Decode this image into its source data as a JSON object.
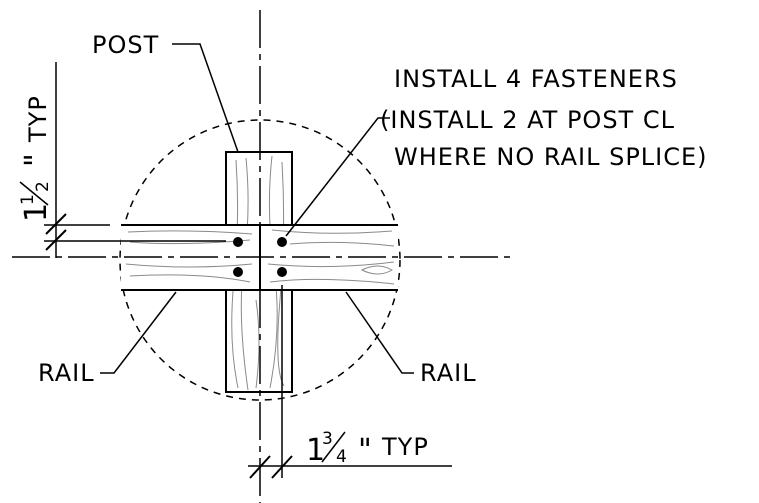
{
  "labels": {
    "post": "POST",
    "rail_left": "RAIL",
    "rail_right": "RAIL",
    "note_line1": "INSTALL 4 FASTENERS",
    "note_line2": "(INSTALL 2 AT POST CL",
    "note_line3": "WHERE NO RAIL SPLICE)"
  },
  "dimensions": {
    "vertical": {
      "whole": "1",
      "numerator": "1",
      "denominator": "2",
      "inch_mark": "\"",
      "suffix": "TYP"
    },
    "horizontal": {
      "whole": "1",
      "numerator": "3",
      "denominator": "4",
      "inch_mark": "\"",
      "suffix": "TYP"
    }
  }
}
